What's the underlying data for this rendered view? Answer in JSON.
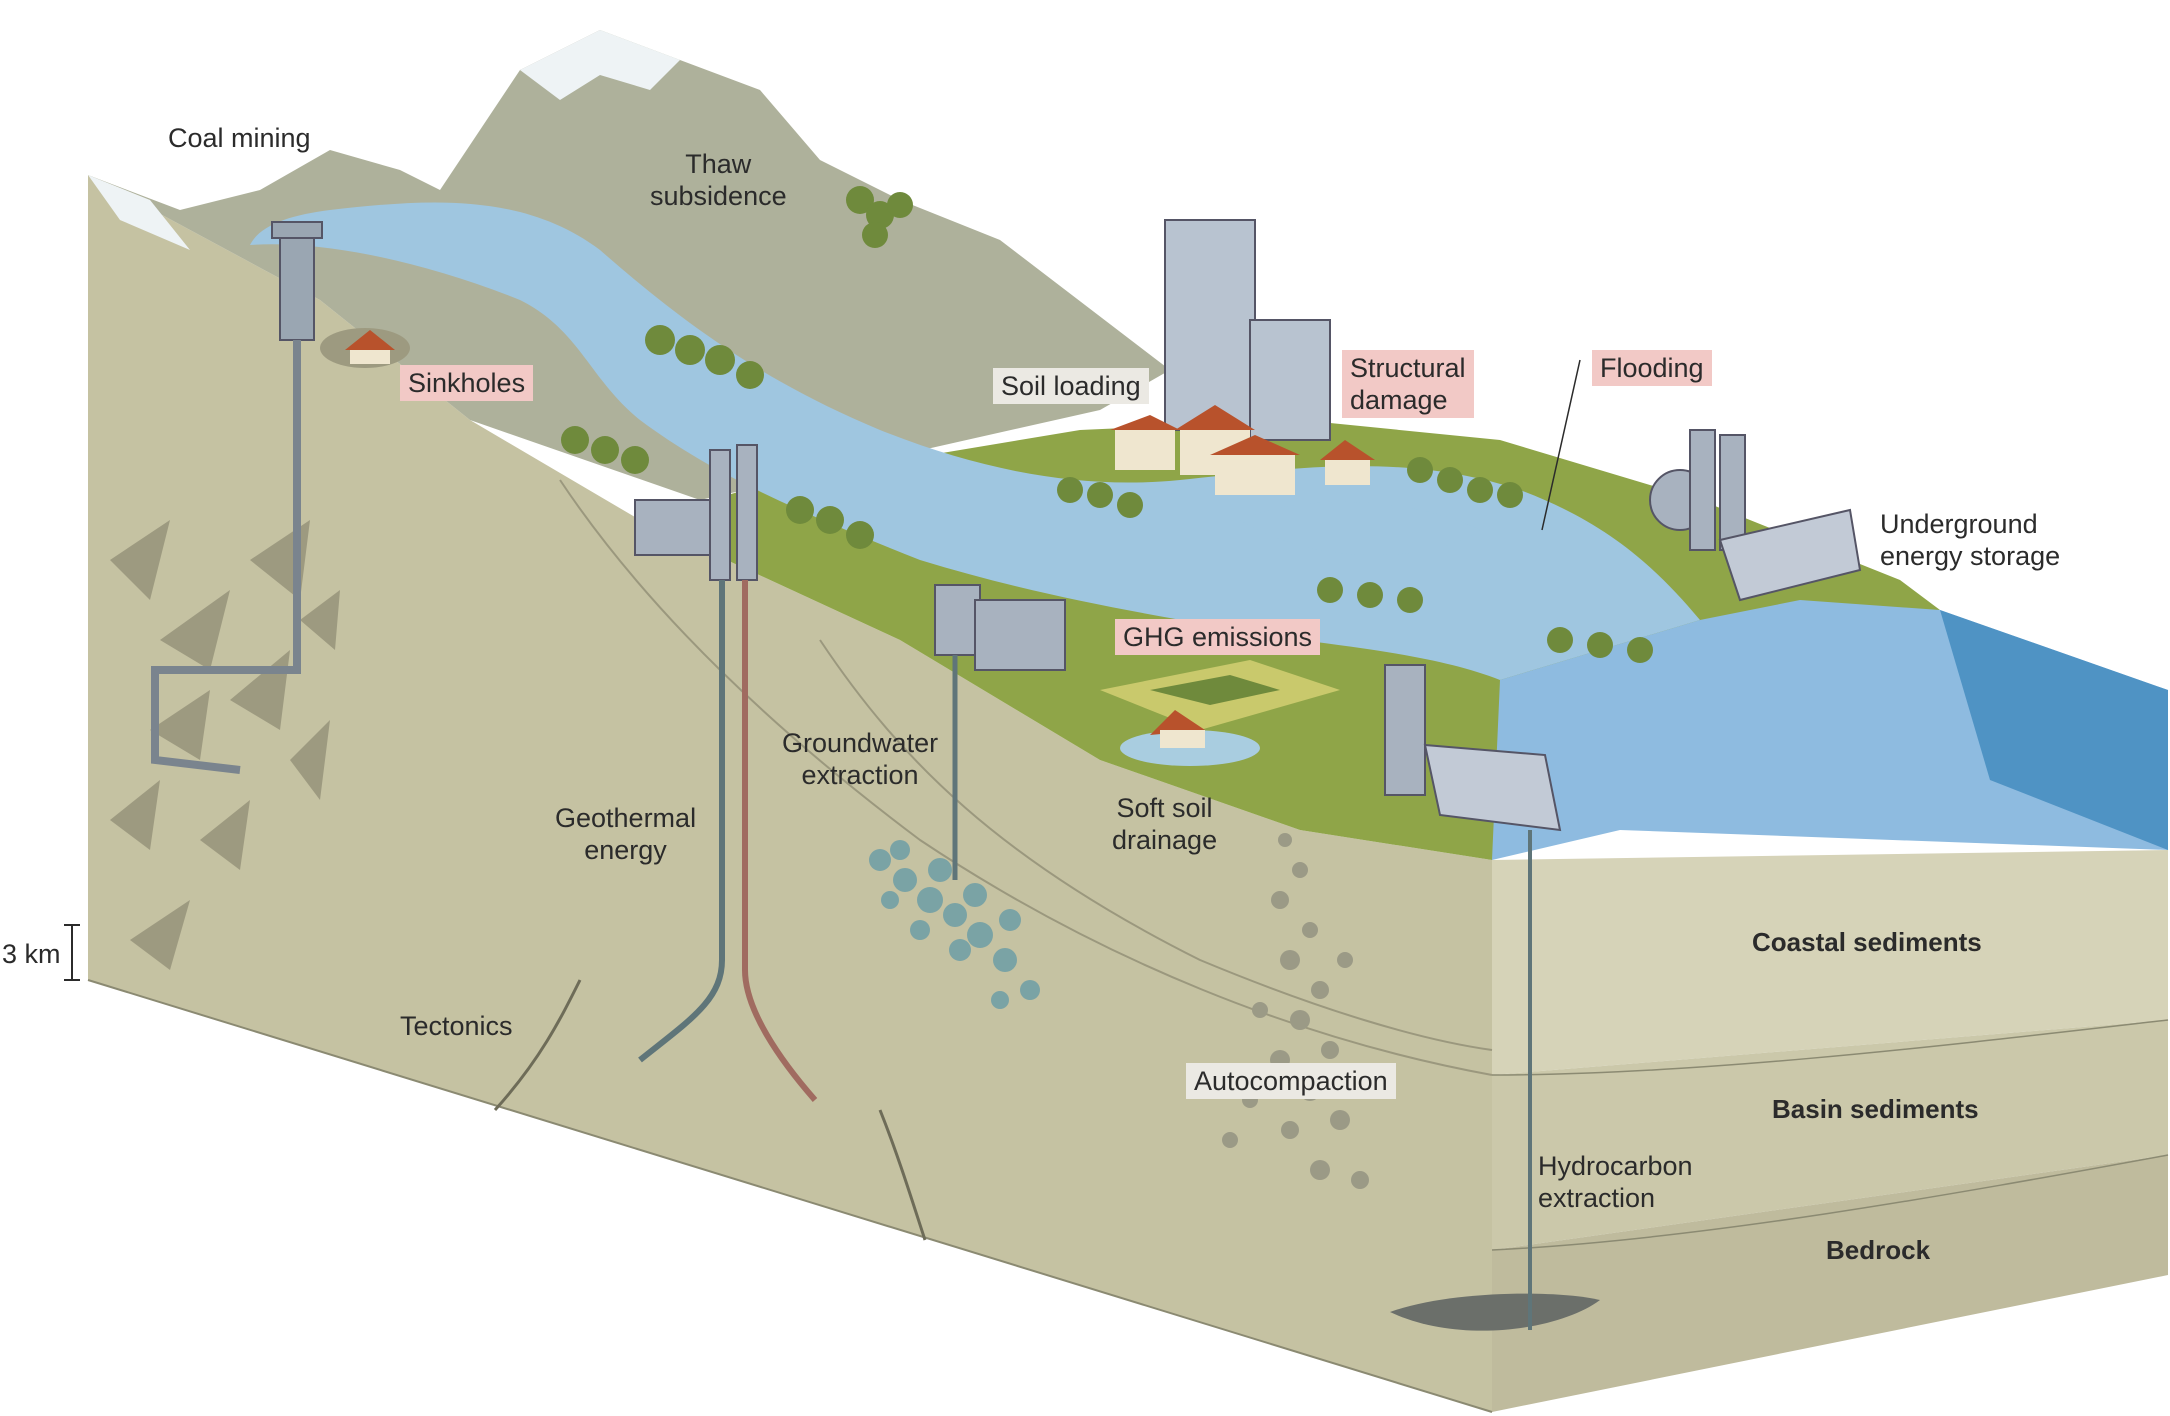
{
  "labels": {
    "coal_mining": "Coal mining",
    "thaw_subsidence": "Thaw\nsubsidence",
    "sinkholes": "Sinkholes",
    "soil_loading": "Soil loading",
    "structural_damage": "Structural\ndamage",
    "flooding": "Flooding",
    "underground_energy_storage": "Underground\nenergy storage",
    "ghg_emissions": "GHG emissions",
    "groundwater_extraction": "Groundwater\nextraction",
    "geothermal_energy": "Geothermal\nenergy",
    "soft_soil_drainage": "Soft soil\ndrainage",
    "tectonics": "Tectonics",
    "autocompaction": "Autocompaction",
    "hydrocarbon_extraction": "Hydrocarbon\nextraction",
    "scale": "3 km"
  },
  "layers": {
    "coastal": "Coastal sediments",
    "basin": "Basin sediments",
    "bedrock": "Bedrock"
  },
  "colors": {
    "ground_side": "#c9c6a8",
    "ground_dark": "#b7b394",
    "mountain": "#a9ad95",
    "grass": "#8fa548",
    "water": "#9fc6e0",
    "sea": "#4f93c4",
    "highlight_pink": "#f2c9c6",
    "highlight_grey": "#ebe9e3"
  }
}
